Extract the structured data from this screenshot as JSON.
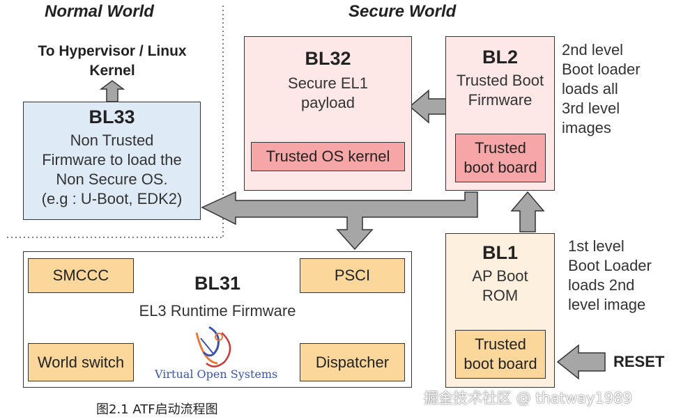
{
  "headers": {
    "normal_world": "Normal World",
    "secure_world": "Secure World"
  },
  "to_kernel": {
    "line1": "To Hypervisor / Linux",
    "line2": "Kernel"
  },
  "bl33": {
    "title": "BL33",
    "line1": "Non Trusted",
    "line2": "Firmware to load the",
    "line3": "Non Secure OS.",
    "line4": "(e.g : U-Boot, EDK2)"
  },
  "bl32": {
    "title": "BL32",
    "line1": "Secure EL1",
    "line2": "payload",
    "inner": "Trusted OS kernel"
  },
  "bl2": {
    "title": "BL2",
    "line1": "Trusted Boot",
    "line2": "Firmware",
    "inner_line1": "Trusted",
    "inner_line2": "boot board",
    "desc": [
      "2nd level",
      "Boot loader",
      "loads all",
      "3rd level",
      "images"
    ]
  },
  "bl31": {
    "title": "BL31",
    "subtitle": "EL3 Runtime Firmware",
    "smccc": "SMCCC",
    "psci": "PSCI",
    "world_switch": "World switch",
    "dispatcher": "Dispatcher",
    "logo_text": "Virtual Open Systems"
  },
  "bl1": {
    "title": "BL1",
    "line1": "AP Boot",
    "line2": "ROM",
    "inner_line1": "Trusted",
    "inner_line2": "boot board",
    "desc": [
      "1st level",
      "Boot Loader",
      "loads 2nd",
      "level image"
    ]
  },
  "reset": "RESET",
  "caption": "图2.1 ATF启动流程图",
  "watermark": "掘金技术社区 @ thatway1989",
  "colors": {
    "bl33_bg": "#deebf7",
    "pink_bg": "#fde7e7",
    "pink_inner": "#f6a6a6",
    "orange": "#fbd79b",
    "bl1_bg": "#fef0de",
    "arrow_gray": "#a6a6a6"
  }
}
